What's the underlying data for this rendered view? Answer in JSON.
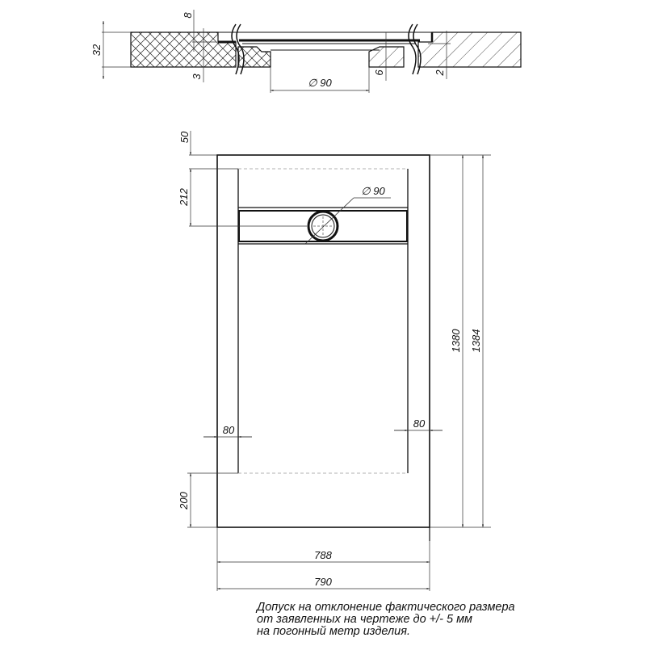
{
  "section_view": {
    "dimensions": {
      "thickness": "32",
      "rim_depth": "8",
      "rim_offset": "3",
      "drain_depth": "6",
      "edge_offset": "2",
      "drain_diameter": "∅ 90"
    }
  },
  "plan_view": {
    "dimensions": {
      "top_margin": "50",
      "drain_from_top": "212",
      "drain_diameter": "∅ 90",
      "left_side_width": "80",
      "right_side_width": "80",
      "bottom_margin": "200",
      "inner_length": "1380",
      "outer_length": "1384",
      "inner_width": "788",
      "outer_width": "790"
    }
  },
  "note": {
    "lines": [
      "Допуск на отклонение фактического размера",
      "от заявленных на чертеже до +/- 5 мм",
      "на погонный метр изделия."
    ]
  }
}
